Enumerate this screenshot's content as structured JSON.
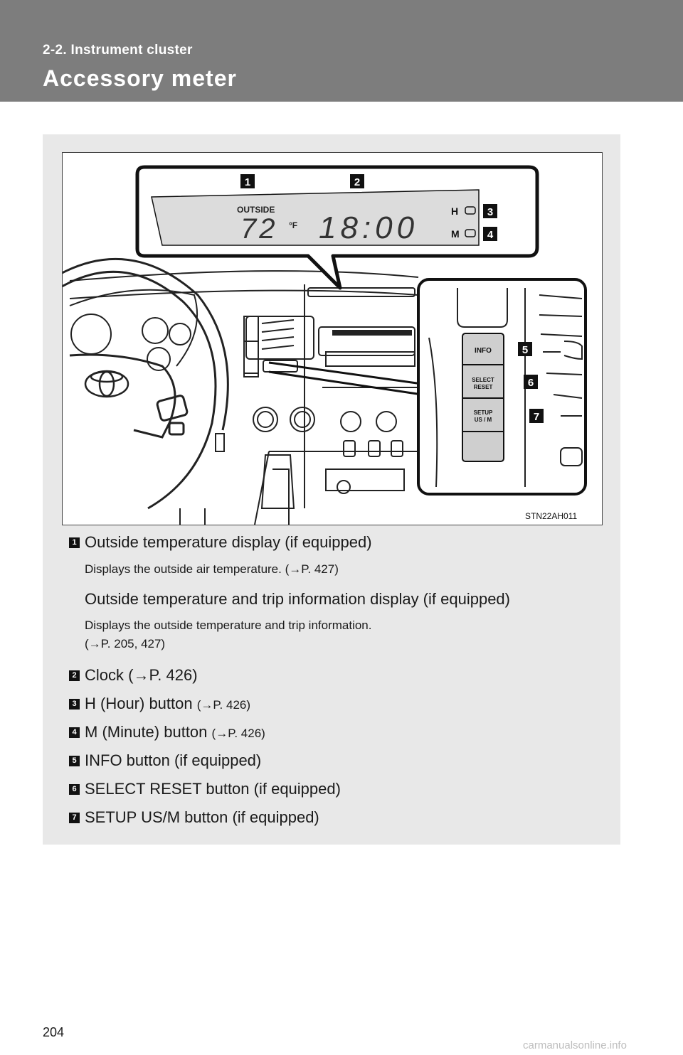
{
  "header": {
    "section": "2-2. Instrument cluster",
    "title": "Accessory meter"
  },
  "illustration": {
    "callouts": [
      "1",
      "2",
      "3",
      "4",
      "5",
      "6",
      "7"
    ],
    "display": {
      "outside_label": "OUTSIDE",
      "temperature": "72",
      "unit": "°F",
      "clock": "18:00",
      "h_label": "H",
      "m_label": "M"
    },
    "buttons": {
      "info": "INFO",
      "select_line1": "SELECT",
      "select_line2": "RESET",
      "setup_line1": "SETUP",
      "setup_line2": "US / M"
    },
    "figure_code": "STN22AH011",
    "icons": [
      "steering-wheel-icon",
      "toyota-emblem-icon",
      "speech-bubble-callout"
    ]
  },
  "items": [
    {
      "num": "1",
      "label": "Outside temperature display (if equipped)",
      "sub": "Displays the outside air temperature. (→P. 427)"
    },
    {
      "num": "",
      "label": "Outside temperature and trip information display (if equipped)",
      "sub1": "Displays the outside temperature and trip information.",
      "sub2": "(→P. 205, 427)"
    },
    {
      "num": "2",
      "label": "Clock (→P. 426)"
    },
    {
      "num": "3",
      "label": "H (Hour) button",
      "ref": "(→P. 426)"
    },
    {
      "num": "4",
      "label": "M (Minute) button",
      "ref": "(→P. 426)"
    },
    {
      "num": "5",
      "label": "INFO button (if equipped)"
    },
    {
      "num": "6",
      "label": "SELECT RESET button (if equipped)"
    },
    {
      "num": "7",
      "label": "SETUP US/M button (if equipped)"
    }
  ],
  "footer": {
    "page_number": "204",
    "watermark": "carmanualsonline.info"
  }
}
